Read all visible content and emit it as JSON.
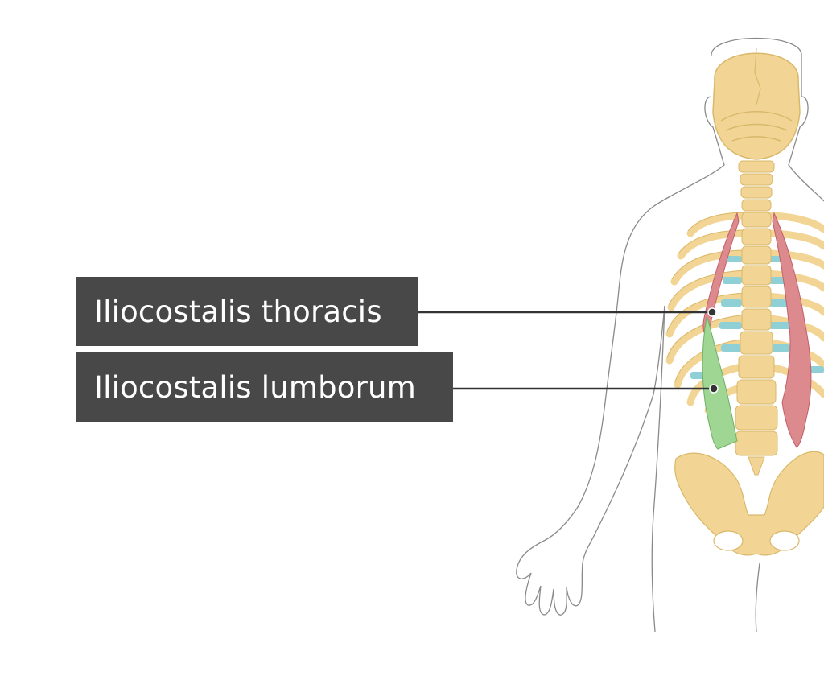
{
  "labels": {
    "iliocostalis_thoracis": "Iliocostalis thoracis",
    "iliocostalis_lumborum": "Iliocostalis lumborum"
  },
  "colors": {
    "label_background": "#484848",
    "label_text": "#ffffff",
    "bone": "#f2d594",
    "bone_outline": "#d9b86a",
    "body_outline": "#8a8a8a",
    "thoracis_muscle": "#dc8a8e",
    "lumborum_muscle": "#9fd694",
    "intercostal": "#8fd0d6",
    "leader_line": "#333333"
  },
  "icons": {
    "pointer": "leader-dot"
  }
}
